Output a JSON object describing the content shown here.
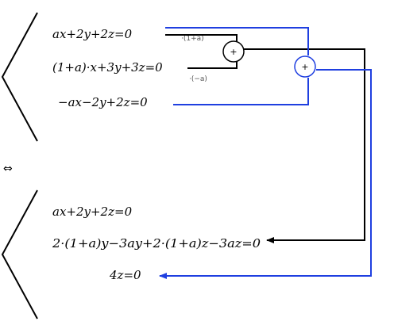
{
  "system_top": {
    "eq1": "ax+2y+2z=0",
    "eq2": "(1+a)·x+3y+3z=0",
    "eq3": "−ax−2y+2z=0"
  },
  "multipliers": {
    "eq1_factor": "·(1+a)",
    "eq2_factor": "·(−a)"
  },
  "operators": {
    "add_1": "+",
    "add_2": "+"
  },
  "equivalence": "⇔",
  "system_bottom": {
    "eq1": "ax+2y+2z=0",
    "eq2": "2·(1+a)y−3ay+2·(1+a)z−3az=0",
    "eq3": "4z=0"
  },
  "colors": {
    "black_path": "#000000",
    "blue_path": "#1f3fe0"
  }
}
